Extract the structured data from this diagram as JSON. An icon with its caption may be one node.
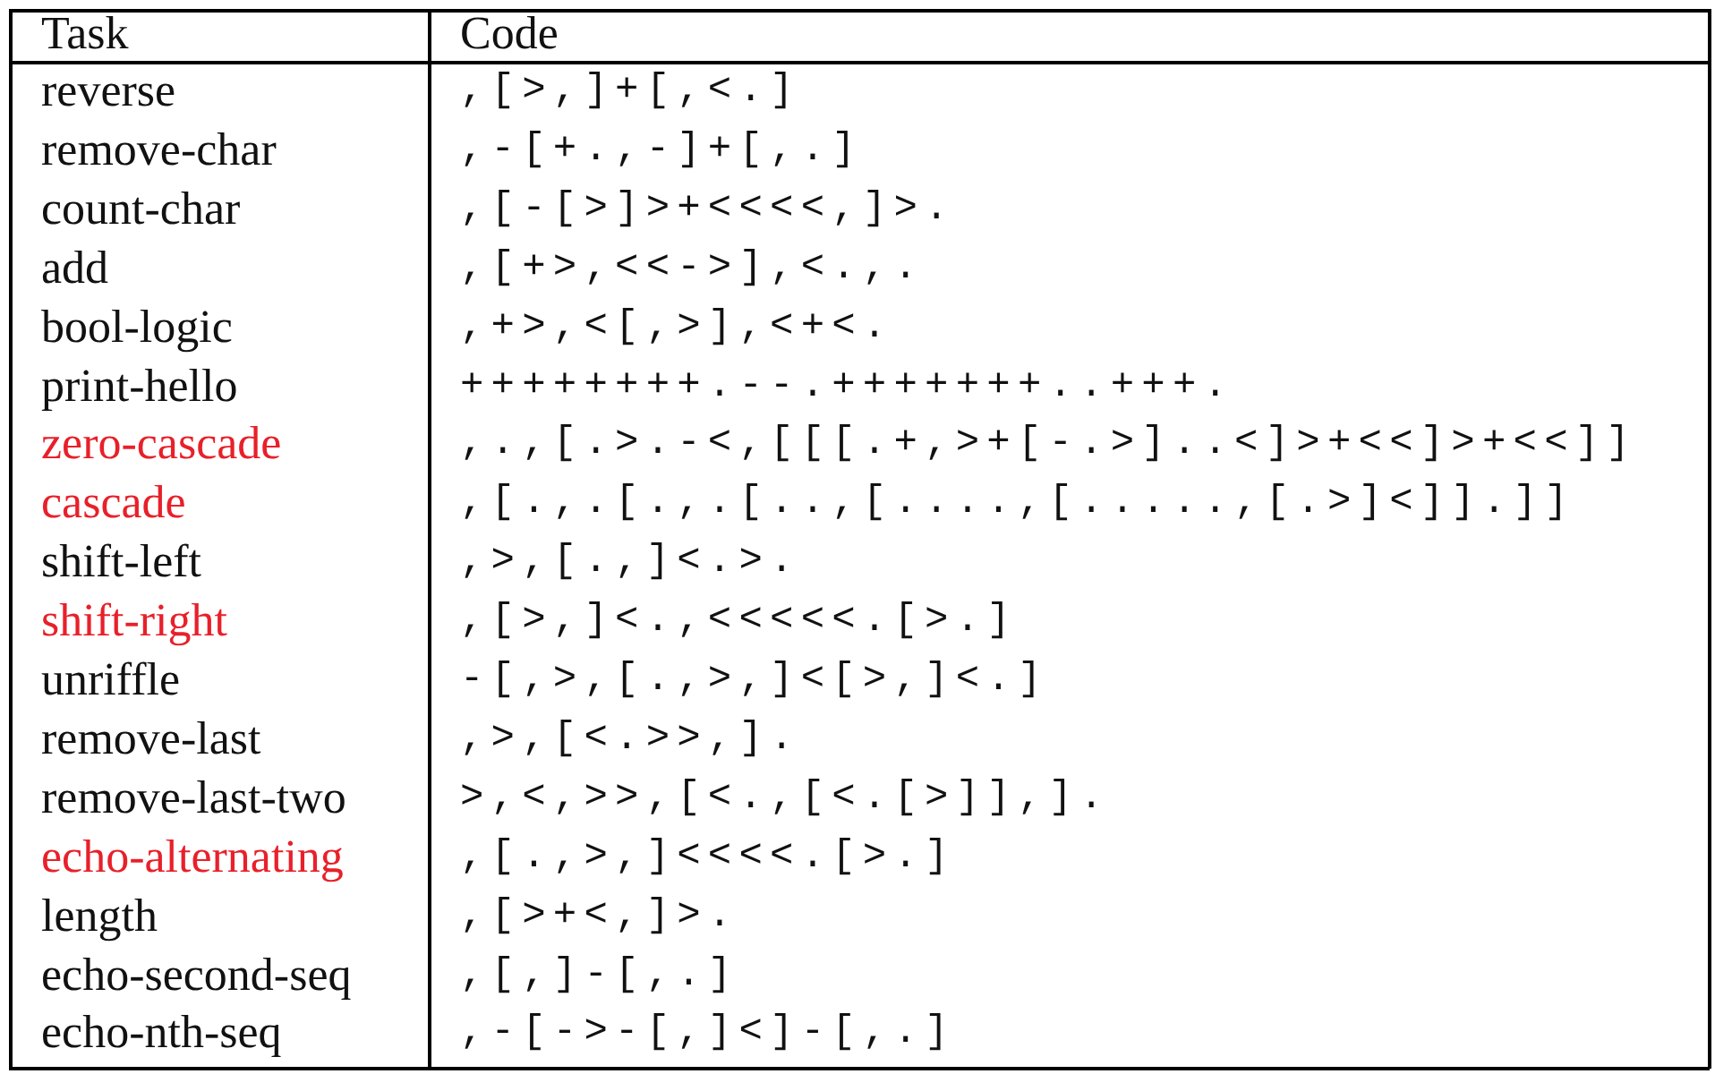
{
  "diagram": {
    "labels": [
      "Task",
      "Code",
      "reverse",
      ",[>,]+[,<.]",
      "remove-char",
      ",-[+.,-]+[,.]",
      "count-char",
      ",[-[>]>+<<<<,]>.",
      "add",
      ",[+>,<<->],<.,.",
      "bool-logic",
      ",+>,<[,>],<+<.",
      "print-hello",
      "++++++++.--.+++++++..+++.",
      "zero-cascade",
      ",.,[.>.-<,[[[.+,>+[-.>]..<]>+<<]>+<<]]",
      "cascade",
      ",[.,.[.,.[..,[....,[.....,[.>]<]].]]",
      "shift-left",
      ",>,[.,]<.>.",
      "shift-right",
      ",[>,]<.,<<<<<.[>.]",
      "unriffle",
      "-[,>,[.,>,]<[>,]<.]",
      "remove-last",
      ",>,[<.>>,].",
      "remove-last-two",
      ">,<,>>,[<.,[<.[>]],].",
      "echo-alternating",
      ",[.,>,]<<<<.[>.]",
      "length",
      ",[>+<,]>.",
      "echo-second-seq",
      ",[,]-[,.]",
      "echo-nth-seq",
      ",-[->-[,]<]-[,.]"
    ]
  }
}
